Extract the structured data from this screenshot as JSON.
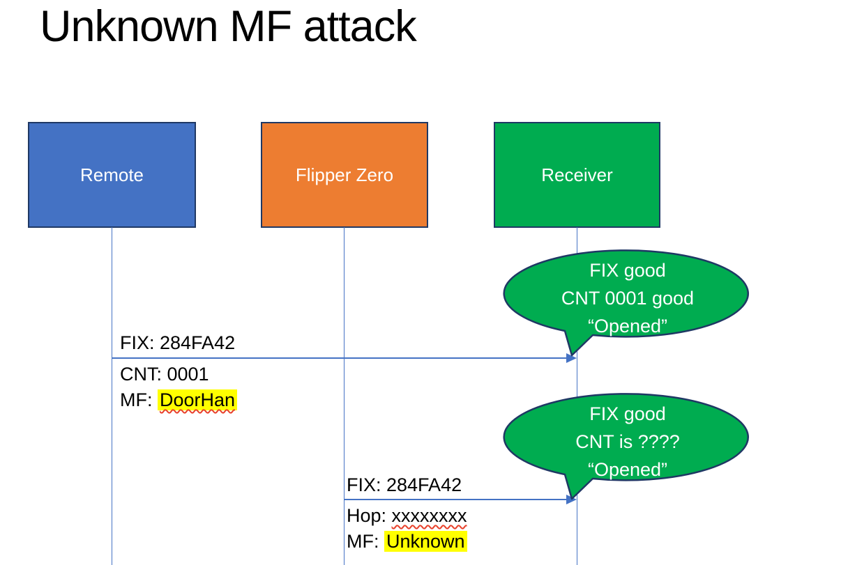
{
  "title": "Unknown MF attack",
  "actors": [
    {
      "label": "Remote",
      "fill": "#4472C4"
    },
    {
      "label": "Flipper Zero",
      "fill": "#ED7D31"
    },
    {
      "label": "Receiver",
      "fill": "#00AC50"
    }
  ],
  "messages": [
    {
      "from": "Remote",
      "to": "Receiver",
      "above": "FIX: 284FA42",
      "below": [
        {
          "prefix": "CNT: ",
          "value": "0001"
        },
        {
          "prefix": "MF: ",
          "value": "DoorHan"
        }
      ]
    },
    {
      "from": "Flipper Zero",
      "to": "Receiver",
      "above": "FIX: 284FA42",
      "below": [
        {
          "prefix": "Hop: ",
          "value": "xxxxxxxx"
        },
        {
          "prefix": "MF: ",
          "value": "Unknown"
        }
      ]
    }
  ],
  "callouts": [
    {
      "lines": [
        "FIX good",
        "CNT 0001 good",
        "“Opened”"
      ]
    },
    {
      "lines": [
        "FIX good",
        "CNT is ????",
        "“Opened”"
      ]
    }
  ],
  "colors": {
    "remote_fill": "#4472C4",
    "flipper_fill": "#ED7D31",
    "receiver_fill": "#00AC50",
    "callout_fill": "#00AC50",
    "shape_border": "#1F3864",
    "line_and_arrow": "#4472C4",
    "highlight": "#FFFF00",
    "spellcheck_squiggle": "#E8402A",
    "title_text": "#000000",
    "callout_text": "#FFFFFF"
  }
}
